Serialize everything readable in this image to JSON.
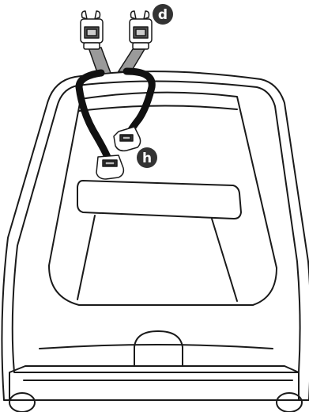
{
  "callouts": {
    "d": {
      "label": "d",
      "fill": "#333333",
      "text_color": "#ffffff"
    },
    "h": {
      "label": "h",
      "fill": "#333333",
      "text_color": "#ffffff"
    }
  },
  "colors": {
    "outline": "#1a1a1a",
    "strap": "#111111",
    "tether": "#9a9a9a",
    "background": "#ffffff"
  },
  "icons": [
    "latch-connector-left",
    "latch-connector-right",
    "buckle-tongue-left",
    "buckle-tongue-right"
  ]
}
